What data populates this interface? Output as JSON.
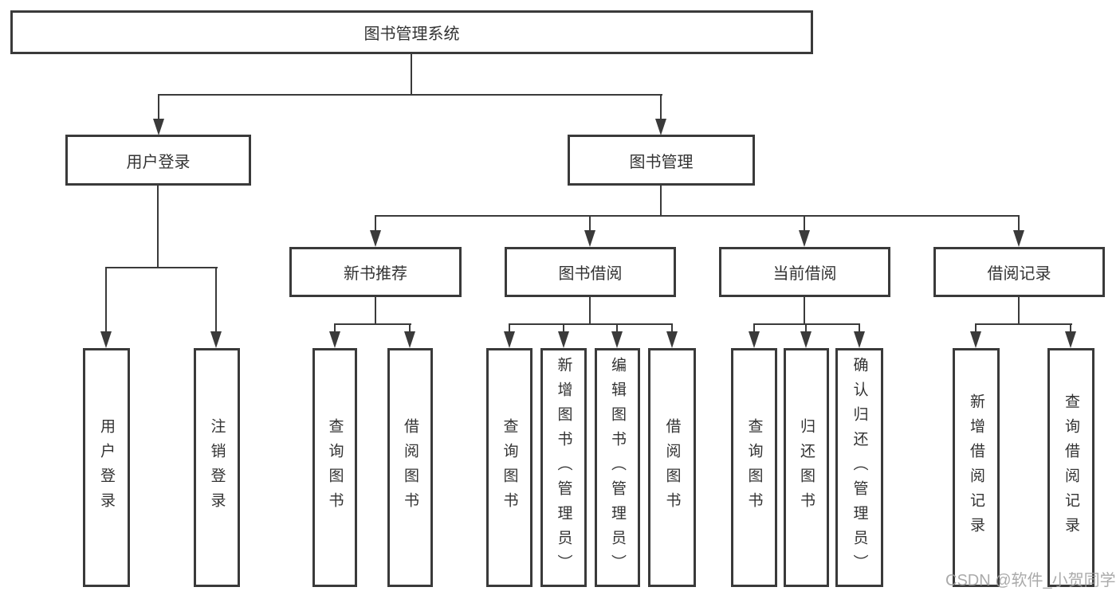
{
  "nodes": {
    "root": "图书管理系统",
    "user_login": "用户登录",
    "book_management": "图书管理",
    "new_book_recommend": "新书推荐",
    "book_borrow": "图书借阅",
    "current_borrow": "当前借阅",
    "borrow_records": "借阅记录",
    "leaf_user_login": "用户登录",
    "leaf_logout": "注销登录",
    "leaf_nb_query_books": "查询图书",
    "leaf_nb_borrow_books": "借阅图书",
    "leaf_bb_query_books": "查询图书",
    "leaf_bb_add_books": "新增图书（管理员）",
    "leaf_bb_edit_books": "编辑图书（管理员）",
    "leaf_bb_borrow_books": "借阅图书",
    "leaf_cb_query_books": "查询图书",
    "leaf_cb_return_books": "归还图书",
    "leaf_cb_confirm_return": "确认归还（管理员）",
    "leaf_br_add_record": "新增借阅记录",
    "leaf_br_query_record": "查询借阅记录"
  },
  "watermark": "CSDN @软件_小贺同学",
  "colors": {
    "line": "#3a3a3a",
    "text": "#333333",
    "watermark": "#9e9e9e",
    "background": "#ffffff"
  }
}
